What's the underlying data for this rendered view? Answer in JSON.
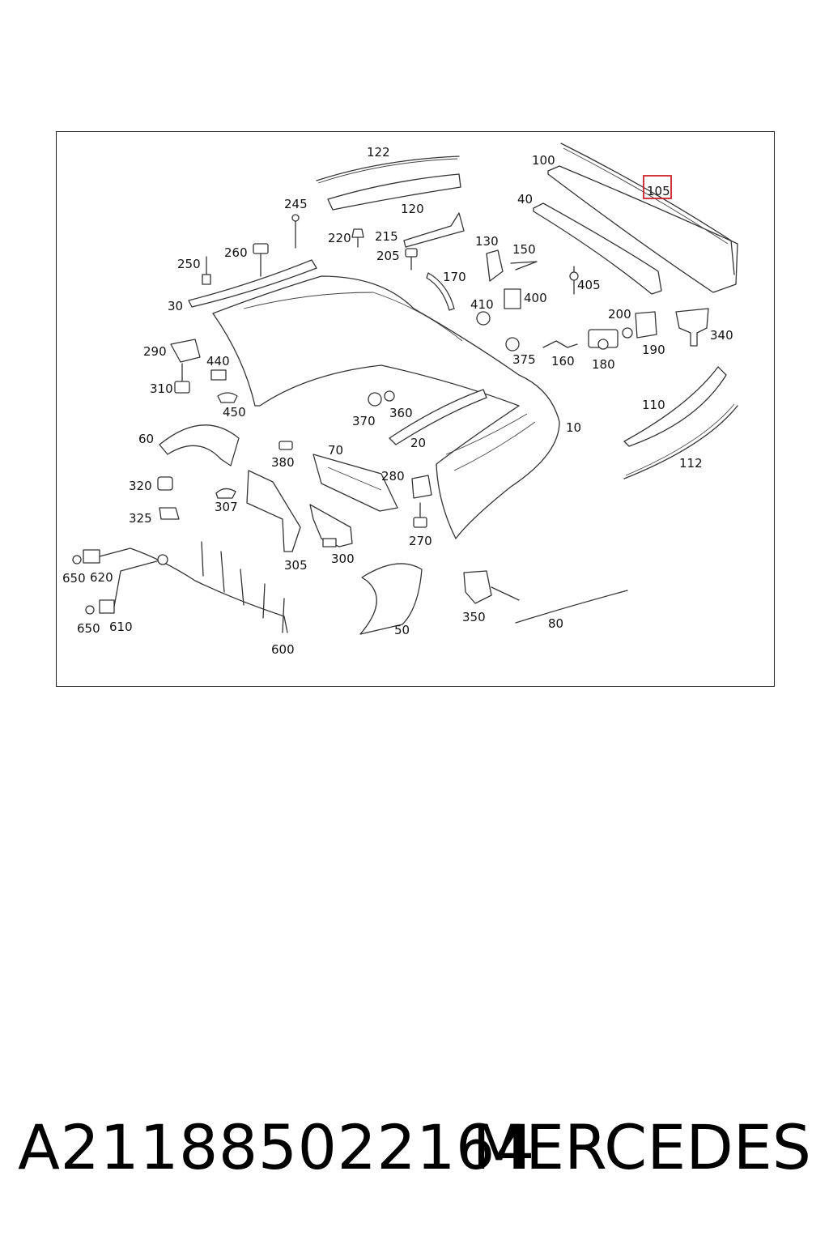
{
  "diagram": {
    "highlighted_part": "105",
    "highlight_color": "#d0202a",
    "labels": {
      "p10": "10",
      "p20": "20",
      "p30": "30",
      "p40": "40",
      "p50": "50",
      "p60": "60",
      "p70": "70",
      "p80": "80",
      "p100": "100",
      "p105": "105",
      "p110": "110",
      "p112": "112",
      "p120": "120",
      "p122": "122",
      "p130": "130",
      "p150": "150",
      "p160": "160",
      "p170": "170",
      "p180": "180",
      "p190": "190",
      "p200": "200",
      "p205": "205",
      "p215": "215",
      "p220": "220",
      "p245": "245",
      "p250": "250",
      "p260": "260",
      "p270": "270",
      "p280": "280",
      "p290": "290",
      "p300": "300",
      "p305": "305",
      "p307": "307",
      "p310": "310",
      "p320": "320",
      "p325": "325",
      "p340": "340",
      "p350": "350",
      "p360": "360",
      "p370": "370",
      "p375": "375",
      "p380": "380",
      "p400": "400",
      "p405": "405",
      "p410": "410",
      "p440": "440",
      "p450": "450",
      "p600": "600",
      "p610": "610",
      "p620": "620",
      "p650a": "650",
      "p650b": "650"
    }
  },
  "footer": {
    "part_number": "A211885022164",
    "brand": "MERCEDES"
  }
}
